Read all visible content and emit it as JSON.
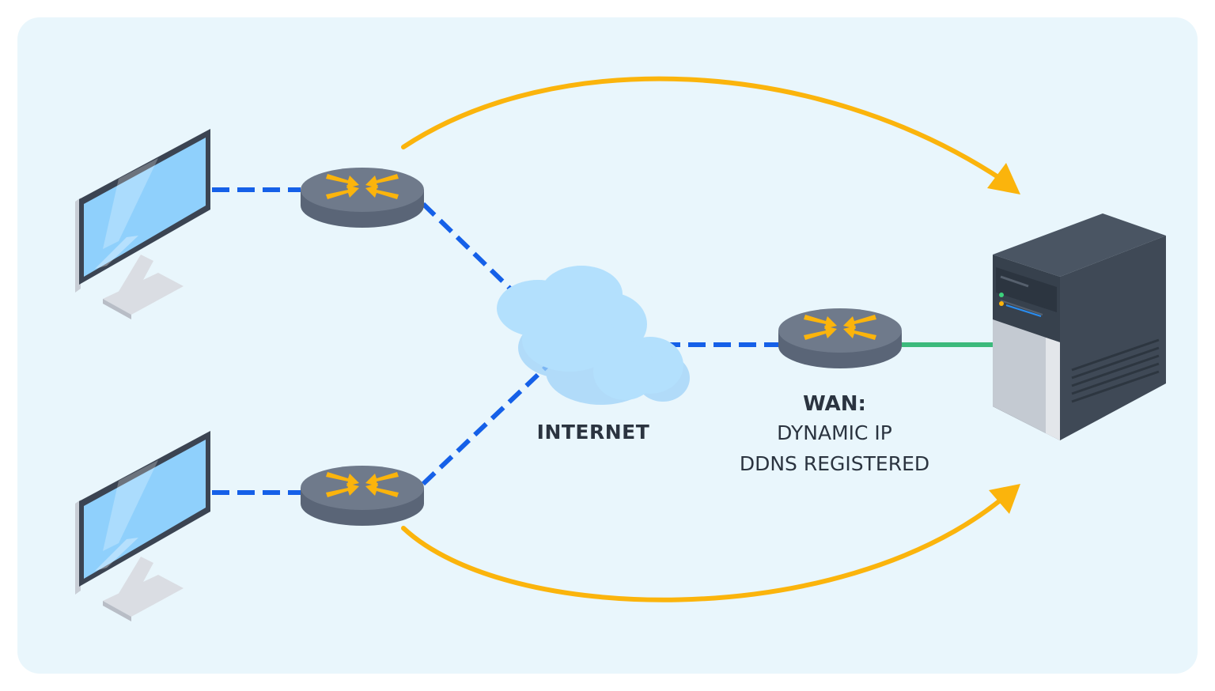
{
  "colors": {
    "background": "#e9f6fc",
    "link_dashed": "#1560e8",
    "link_solid": "#3cba7c",
    "arrow": "#fbb40c",
    "router_top": "#6f7a8b",
    "router_side": "#5a6577",
    "router_arrow": "#fbb40c",
    "cloud": "#b3e0fd",
    "monitor_frame": "#3b4452",
    "monitor_screen": "#8fd0fc",
    "stand": "#dadde3",
    "server_dark": "#3f4956",
    "server_light": "#c4cad2",
    "text": "#2b3440"
  },
  "labels": {
    "internet": "INTERNET",
    "wan_title": "WAN:",
    "wan_line1": "DYNAMIC IP",
    "wan_line2": "DDNS REGISTERED"
  },
  "nodes": [
    {
      "name": "client-monitor-top",
      "kind": "monitor"
    },
    {
      "name": "client-monitor-bottom",
      "kind": "monitor"
    },
    {
      "name": "router-top",
      "kind": "router"
    },
    {
      "name": "router-bottom",
      "kind": "router"
    },
    {
      "name": "internet-cloud",
      "kind": "cloud",
      "label": "labels.internet"
    },
    {
      "name": "router-wan",
      "kind": "router",
      "label": "labels.wan_title"
    },
    {
      "name": "server",
      "kind": "server"
    }
  ],
  "edges": [
    {
      "from": "client-monitor-top",
      "to": "router-top",
      "style": "dashed"
    },
    {
      "from": "client-monitor-bottom",
      "to": "router-bottom",
      "style": "dashed"
    },
    {
      "from": "router-top",
      "to": "internet-cloud",
      "style": "dashed"
    },
    {
      "from": "router-bottom",
      "to": "internet-cloud",
      "style": "dashed"
    },
    {
      "from": "internet-cloud",
      "to": "router-wan",
      "style": "dashed"
    },
    {
      "from": "router-wan",
      "to": "server",
      "style": "solid"
    },
    {
      "from": "router-top",
      "to": "server",
      "style": "curved-arrow"
    },
    {
      "from": "router-bottom",
      "to": "server",
      "style": "curved-arrow"
    }
  ]
}
